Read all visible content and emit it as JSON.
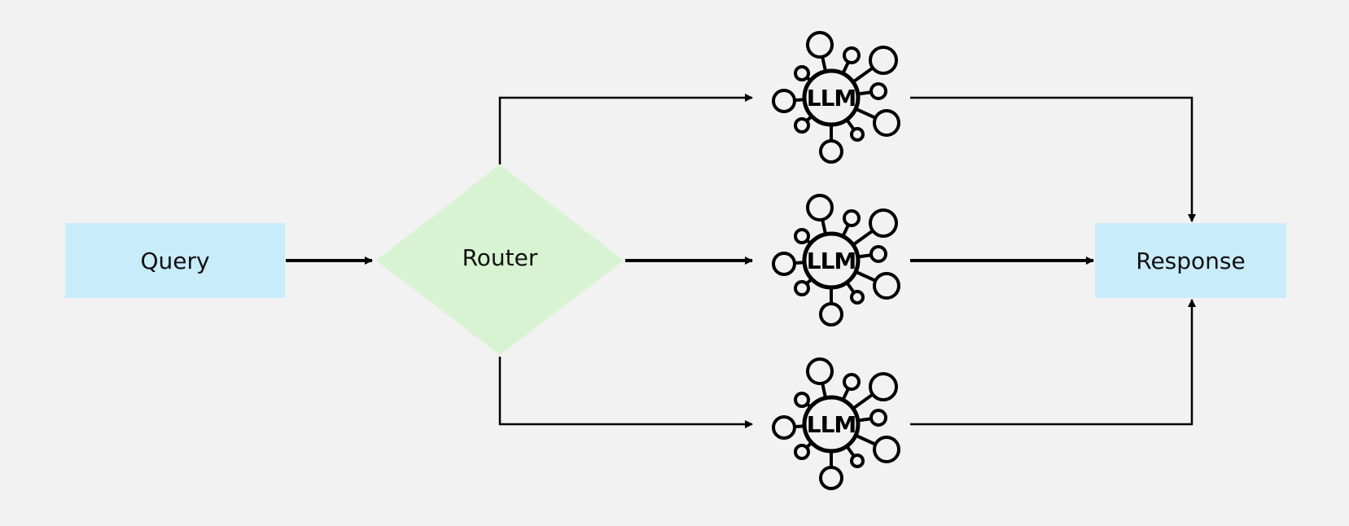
{
  "nodes": {
    "query": "Query",
    "router": "Router",
    "response": "Response",
    "llm_1": "LLM",
    "llm_2": "LLM",
    "llm_3": "LLM"
  },
  "colors": {
    "terminal_fill": "#c9ecfb",
    "router_fill": "#d8f3d1",
    "line": "#000000",
    "background": "#f2f2f2"
  },
  "icons": {
    "llm": "llm-network-icon"
  }
}
